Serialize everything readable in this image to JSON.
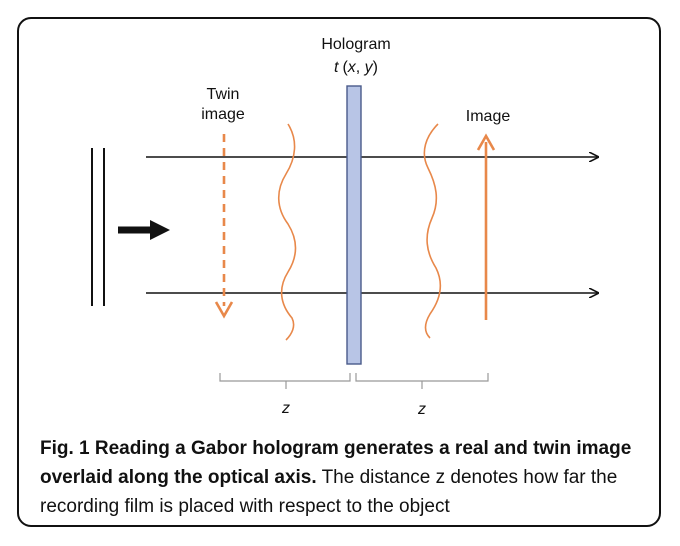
{
  "diagram": {
    "hologram_label": "Hologram",
    "hologram_function": "t",
    "hologram_args_open": "(",
    "hologram_x": "x",
    "hologram_comma": ", ",
    "hologram_y": "y",
    "hologram_args_close": ")",
    "twin_label_line1": "Twin",
    "twin_label_line2": "image",
    "image_label": "Image",
    "distance_left": "z",
    "distance_right": "z"
  },
  "caption": {
    "bold": "Fig. 1 Reading a Gabor hologram generates a real and twin image overlaid along the optical axis.",
    "normal": " The distance z denotes how far the recording film is placed with respect to the object"
  },
  "colors": {
    "orange": "#e8884a",
    "hologram_fill": "#b8c5e6",
    "hologram_stroke": "#4a5a8a",
    "line": "#111111",
    "brace": "#999999"
  }
}
